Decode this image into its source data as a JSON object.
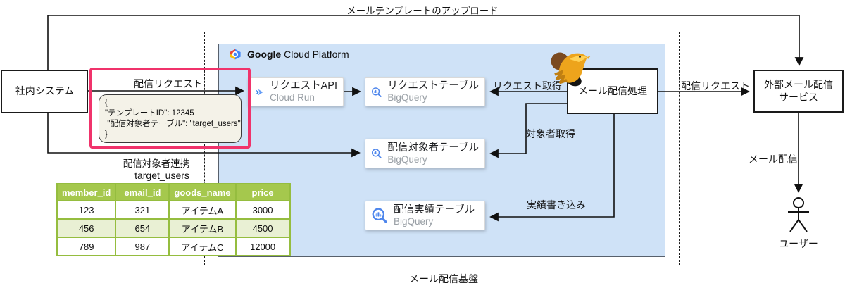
{
  "labels": {
    "top_arrow": "メールテンプレートのアップロード",
    "delivery_request_left": "配信リクエスト",
    "target_users_link": "配信対象者連携",
    "request_fetch": "リクエスト取得",
    "target_fetch": "対象者取得",
    "result_write": "実績書き込み",
    "delivery_request_right": "配信リクエスト",
    "mail_delivery": "メール配信",
    "platform_caption": "メール配信基盤",
    "user": "ユーザー"
  },
  "nodes": {
    "internal_system": "社内システム",
    "mail_process": "メール配信処理",
    "external_service_line1": "外部メール配信",
    "external_service_line2": "サービス"
  },
  "gcp": {
    "header_bold": "Google",
    "header_rest": " Cloud Platform",
    "cards": [
      {
        "title": "リクエストAPI",
        "subtitle": "Cloud Run",
        "icon": "cloud-run-icon"
      },
      {
        "title": "リクエストテーブル",
        "subtitle": "BigQuery",
        "icon": "bigquery-icon"
      },
      {
        "title": "配信対象者テーブル",
        "subtitle": "BigQuery",
        "icon": "bigquery-icon"
      },
      {
        "title": "配信実績テーブル",
        "subtitle": "BigQuery",
        "icon": "bigquery-icon"
      }
    ]
  },
  "json_snippet": {
    "line1": "{",
    "line2": "\"テンプレートID\": 12345",
    "line3": " \"配信対象者テーブル\": \"target_users\"",
    "line4": "}"
  },
  "table": {
    "title": "target_users",
    "headers": [
      "member_id",
      "email_id",
      "goods_name",
      "price"
    ],
    "rows": [
      [
        "123",
        "321",
        "アイテムA",
        "3000"
      ],
      [
        "456",
        "654",
        "アイテムB",
        "4500"
      ],
      [
        "789",
        "987",
        "アイテムC",
        "12000"
      ]
    ]
  },
  "colors": {
    "highlight_pink": "#f0336b",
    "gcp_panel_blue": "#cfe2f7",
    "table_header_green": "#a5c84d",
    "table_border_green": "#95bd3f",
    "table_alt_row": "#e9f0d4",
    "bubble_beige": "#f4f2e8",
    "icon_blue": "#4e86ec",
    "icon_blue_light": "#7baaf7",
    "subtitle_gray": "#9aa0a6"
  }
}
